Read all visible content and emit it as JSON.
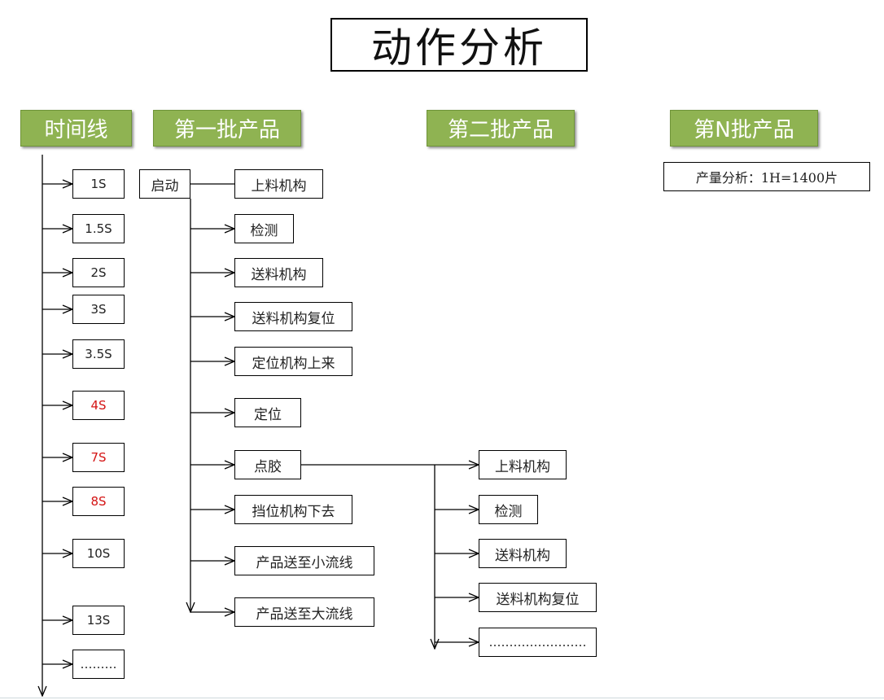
{
  "title": "动作分析",
  "headers": {
    "timeline": "时间线",
    "batch1": "第一批产品",
    "batch2": "第二批产品",
    "batchN": "第N批产品"
  },
  "timeline": [
    {
      "label": "1S",
      "highlight": false
    },
    {
      "label": "1.5S",
      "highlight": false
    },
    {
      "label": "2S",
      "highlight": false
    },
    {
      "label": "3S",
      "highlight": false
    },
    {
      "label": "3.5S",
      "highlight": false
    },
    {
      "label": "4S",
      "highlight": true
    },
    {
      "label": "7S",
      "highlight": true
    },
    {
      "label": "8S",
      "highlight": true
    },
    {
      "label": "10S",
      "highlight": false
    },
    {
      "label": "13S",
      "highlight": false
    },
    {
      "label": "………",
      "highlight": false
    }
  ],
  "batch1": {
    "start": "启动",
    "steps": [
      "上料机构",
      "检测",
      "送料机构",
      "送料机构复位",
      "定位机构上来",
      "定位",
      "点胶",
      "挡位机构下去",
      "产品送至小流线",
      "产品送至大流线"
    ]
  },
  "batch2": {
    "steps": [
      "上料机构",
      "检测",
      "送料机构",
      "送料机构复位",
      "……………………"
    ]
  },
  "batchN": {
    "capacity": "产量分析：1H=1400片"
  },
  "colors": {
    "header_bg": "#8fb352",
    "header_text": "#ffffff",
    "highlight_text": "#d41414",
    "line": "#000000"
  }
}
